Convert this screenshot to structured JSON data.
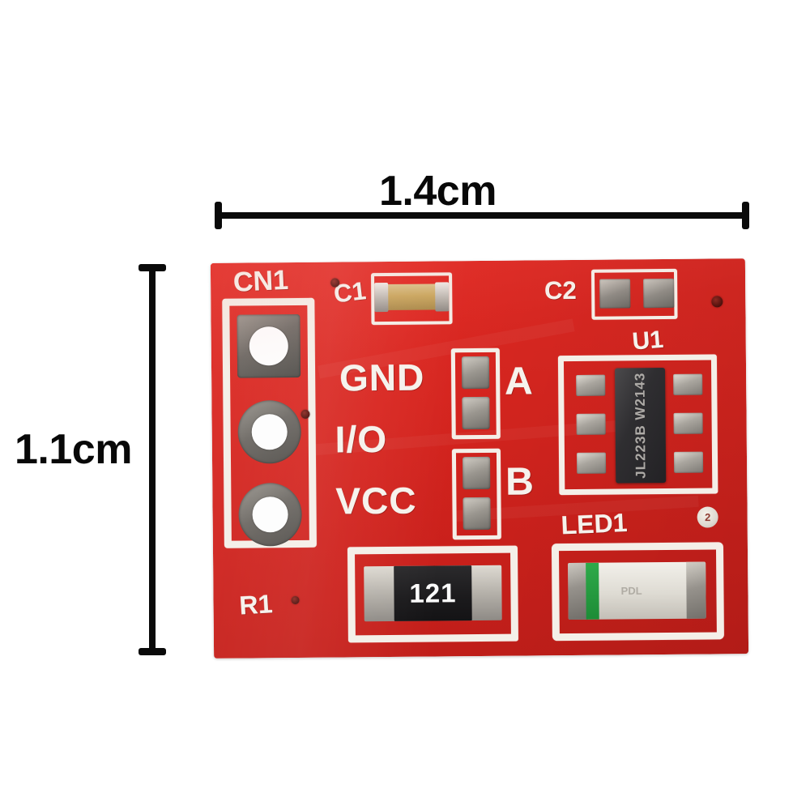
{
  "page": {
    "background_color": "#ffffff",
    "subject": "TTP223 capacitive touch sensor module PCB, top view, with size callouts"
  },
  "dimensions": {
    "width_label": "1.4cm",
    "height_label": "1.1cm",
    "line_color": "#0a0a0a"
  },
  "board": {
    "solder_mask_color": "#d8251f",
    "silkscreen_color": "#f4efe8",
    "labels": {
      "cn1": "CN1",
      "c1": "C1",
      "c2": "C2",
      "u1": "U1",
      "r1": "R1",
      "led1": "LED1"
    },
    "pin_labels": {
      "gnd": "GND",
      "io": "I/O",
      "vcc": "VCC"
    },
    "jumpers": {
      "a": "A",
      "b": "B"
    },
    "components": {
      "ic_marking": "JL223B\nW2143",
      "resistor_code": "121",
      "led_marking": "PDL",
      "pad_dot_mark": "2"
    }
  }
}
